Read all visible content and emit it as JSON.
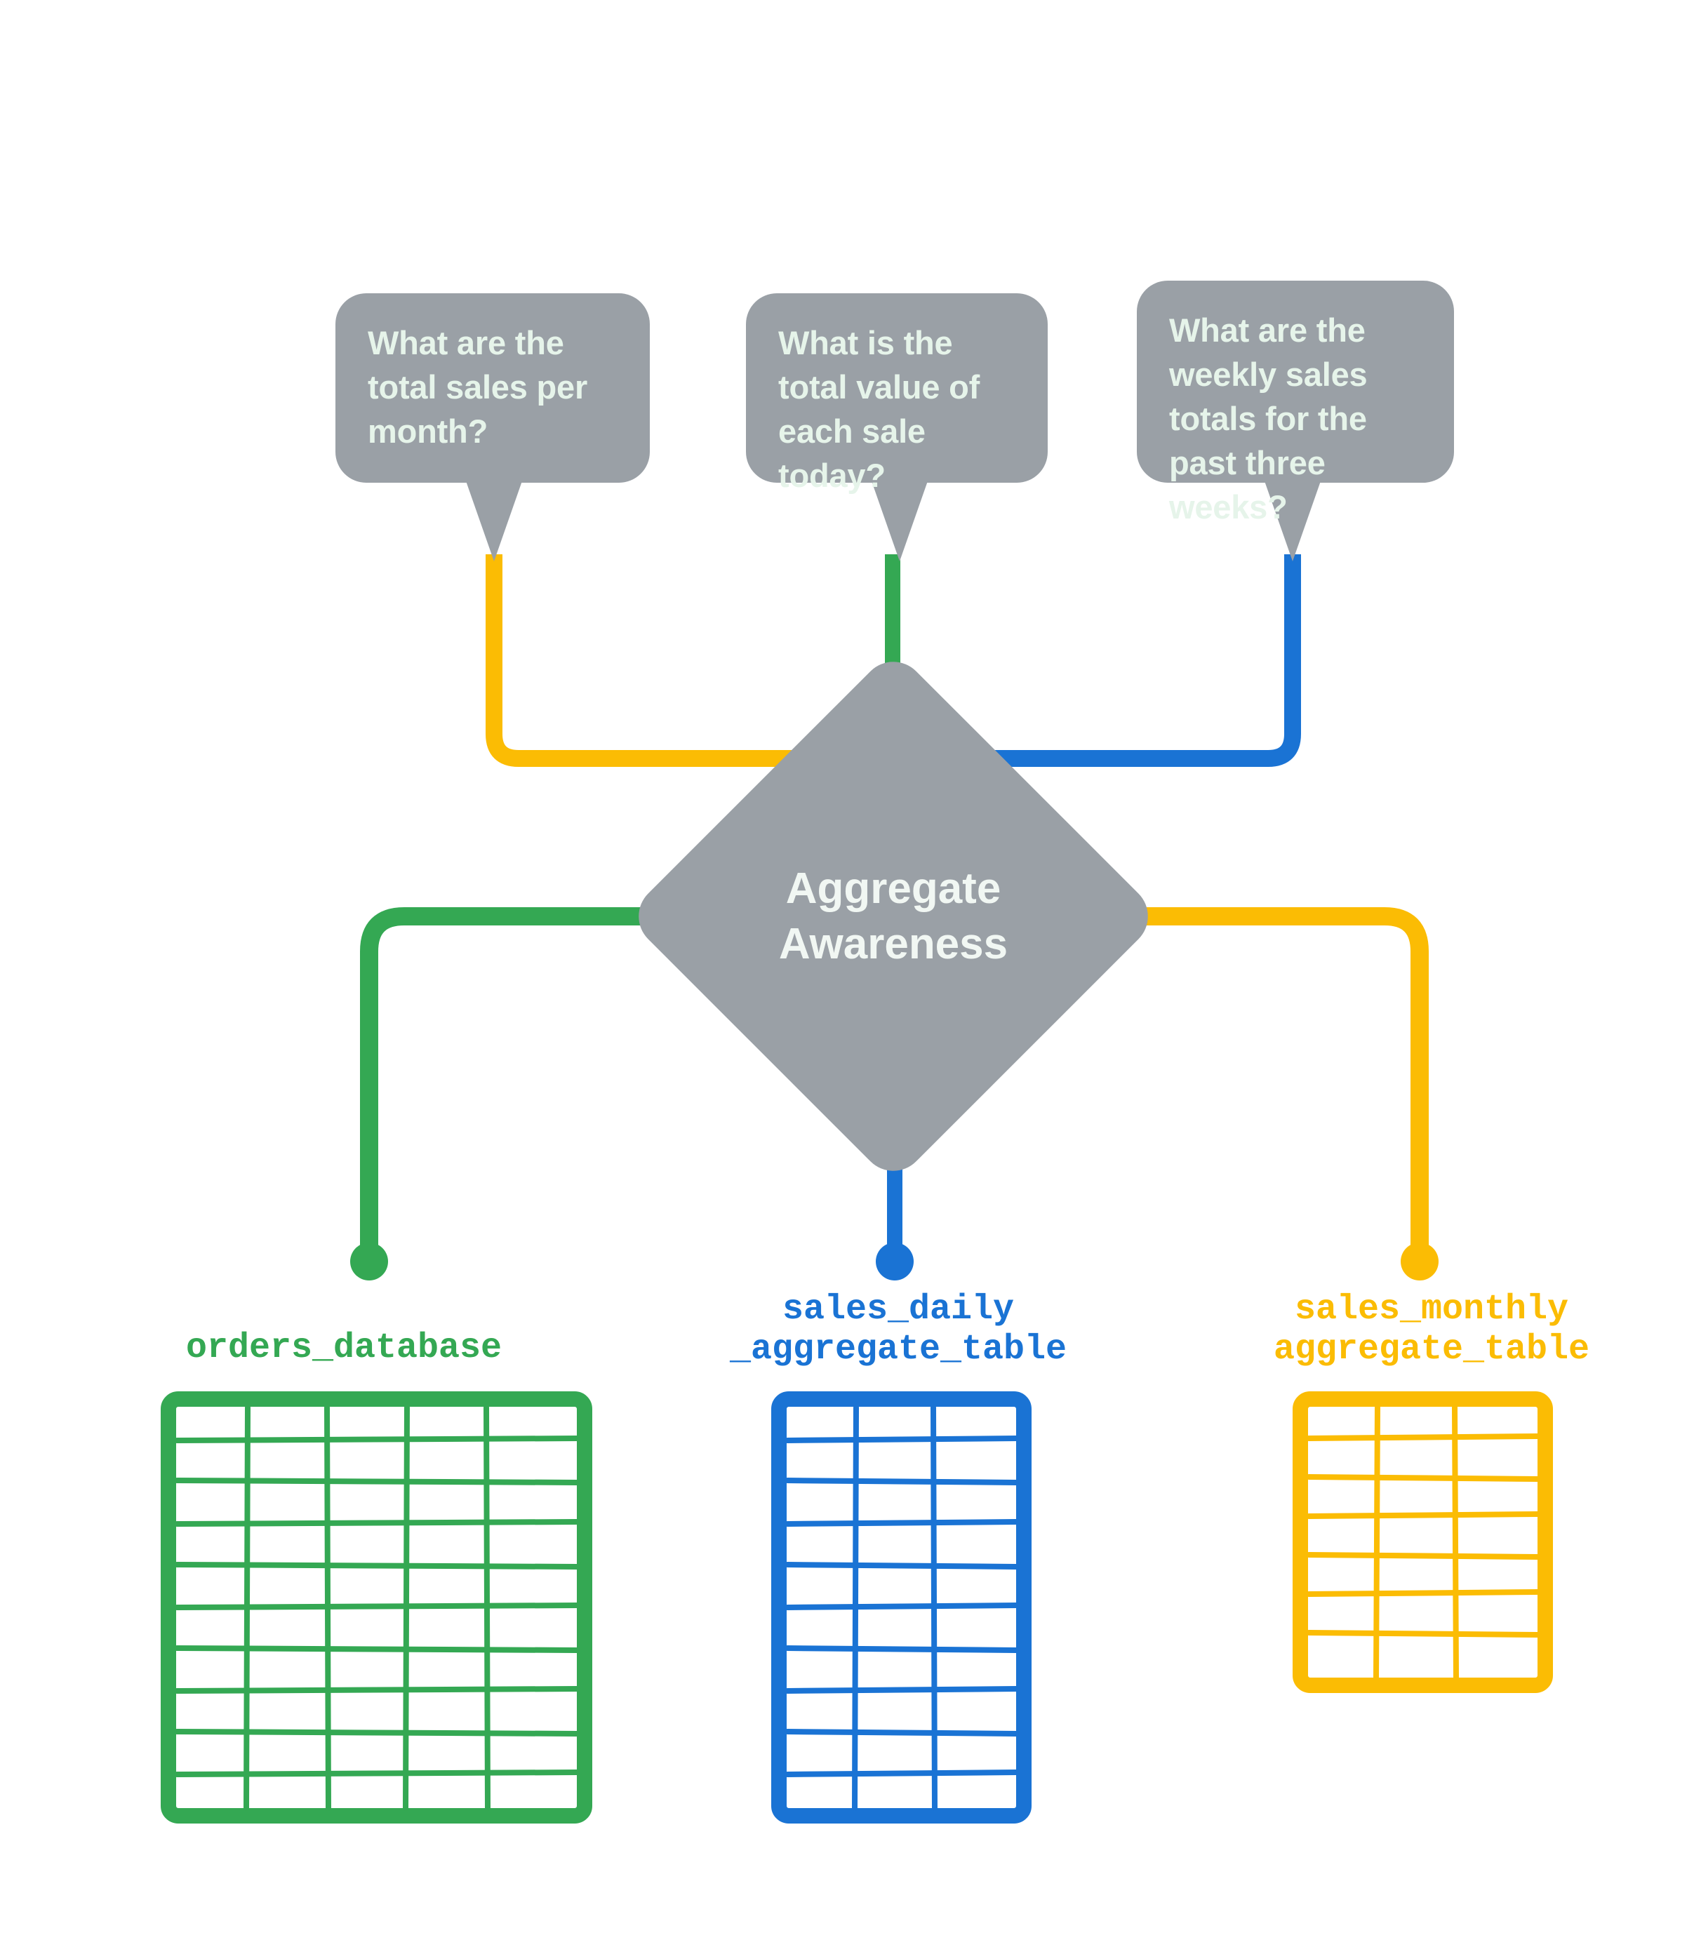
{
  "diagram": {
    "title": "Aggregate Awareness",
    "center_node": {
      "label": "Aggregate\nAwareness",
      "shape": "diamond",
      "color": "#9aa0a6"
    },
    "questions": [
      {
        "id": "q-monthly",
        "text": "What are the total sales per month?",
        "connector_color": "#fbbc04",
        "routes_to": "sales_monthly aggregate_table"
      },
      {
        "id": "q-daily",
        "text": "What is the total value of each sale today?",
        "connector_color": "#34a853",
        "routes_to": "orders_database"
      },
      {
        "id": "q-weekly",
        "text": "What are the weekly sales totals for the past three weeks?",
        "connector_color": "#1a73d4",
        "routes_to": "sales_daily _aggregate_table"
      }
    ],
    "tables": [
      {
        "id": "orders-database",
        "caption": "orders_database",
        "color": "#34a853",
        "columns": 5,
        "rows": 10
      },
      {
        "id": "sales-daily-aggregate-table",
        "caption": "sales_daily\n_aggregate_table",
        "color": "#1a73d4",
        "columns": 3,
        "rows": 10
      },
      {
        "id": "sales-monthly-aggregate-table",
        "caption": "sales_monthly\naggregate_table",
        "color": "#fbbc04",
        "columns": 3,
        "rows": 7
      }
    ],
    "colors": {
      "gray": "#9aa0a6",
      "bubble_text": "#e6f4ea",
      "green": "#34a853",
      "blue": "#1a73d4",
      "yellow": "#fbbc04",
      "background": "#ffffff"
    }
  }
}
